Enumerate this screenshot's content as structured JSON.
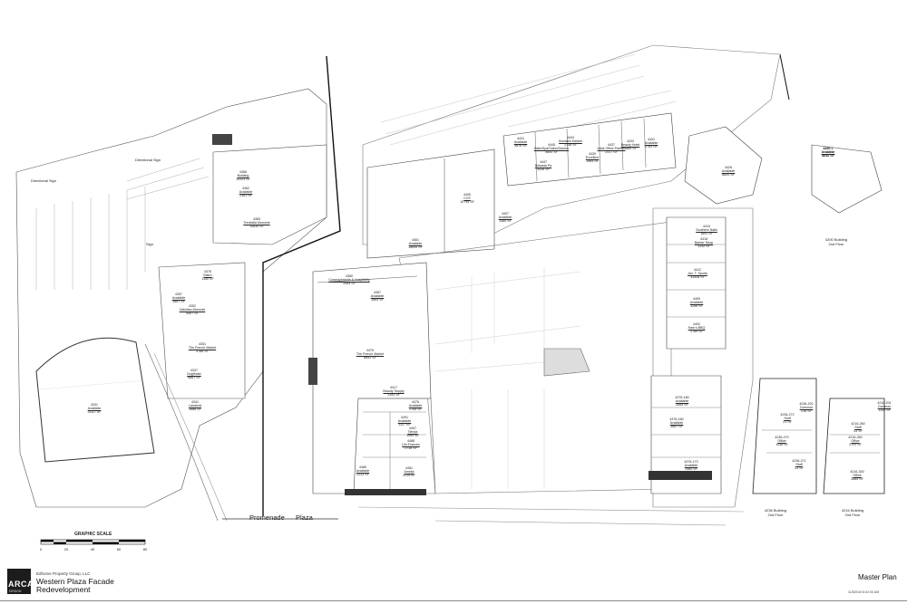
{
  "labels": [
    {
      "id": "l4366",
      "lines": [
        "4366",
        "Building",
        "10223 SF"
      ],
      "pos": "a"
    },
    {
      "id": "l4362",
      "lines": [
        "4362",
        "Available",
        "2361 SF"
      ],
      "pos": "b"
    },
    {
      "id": "l4365",
      "lines": [
        "4365",
        "Trenitalia Mommie",
        "10630 SF"
      ],
      "pos": "c"
    },
    {
      "id": "l4376",
      "lines": [
        "4376",
        "Bistro",
        "1150 SF"
      ],
      "pos": "d"
    },
    {
      "id": "l4357",
      "lines": [
        "4357",
        "Available",
        "3887 SF"
      ],
      "pos": "e"
    },
    {
      "id": "l4352",
      "lines": [
        "4352",
        "Zabuttss Mommie",
        "5457 SF"
      ],
      "pos": "f"
    },
    {
      "id": "l4351",
      "lines": [
        "4351",
        "The French Market",
        "4786 SF"
      ],
      "pos": "g"
    },
    {
      "id": "l4347",
      "lines": [
        "4347",
        "Dogfinder",
        "8887 SF"
      ],
      "pos": "h"
    },
    {
      "id": "l4341",
      "lines": [
        "4341",
        "Landlord",
        "2686 SF"
      ],
      "pos": "i"
    },
    {
      "id": "l4331",
      "lines": [
        "4331",
        "Available",
        "31117 SF"
      ],
      "pos": "j"
    },
    {
      "id": "l4461",
      "lines": [
        "4461",
        "Available",
        "18645 SF"
      ],
      "pos": "k"
    },
    {
      "id": "l4405",
      "lines": [
        "4405",
        "CVS",
        "10795 SF"
      ],
      "pos": "l"
    },
    {
      "id": "l4407",
      "lines": [
        "4407",
        "Available",
        "1480 SF"
      ],
      "pos": "m"
    },
    {
      "id": "l4431",
      "lines": [
        "4431",
        "Available",
        "4876 SF"
      ],
      "pos": "n"
    },
    {
      "id": "l4447",
      "lines": [
        "4447",
        "Bobasta Pa",
        "5436 SF"
      ],
      "pos": "o"
    },
    {
      "id": "l4445",
      "lines": [
        "4445",
        "Nails/Spa/Salon/Gasme",
        "5600 SF"
      ],
      "pos": "p"
    },
    {
      "id": "l4443",
      "lines": [
        "4443",
        "Burrates Market",
        "2756 SF"
      ],
      "pos": "q"
    },
    {
      "id": "l4439",
      "lines": [
        "4439",
        "Excellent",
        "1564 SF"
      ],
      "pos": "r"
    },
    {
      "id": "l4437",
      "lines": [
        "4437",
        "Ideal Office Partner",
        "2417 SF"
      ],
      "pos": "s"
    },
    {
      "id": "l4433",
      "lines": [
        "4433",
        "Beauty Hotel",
        "1865 SF"
      ],
      "pos": "t"
    },
    {
      "id": "l4431b",
      "lines": [
        "4431",
        "Available",
        "2763 SF"
      ],
      "pos": "u"
    },
    {
      "id": "l4426",
      "lines": [
        "4426",
        "Available",
        "8820 SF"
      ],
      "pos": "v"
    },
    {
      "id": "l4410",
      "lines": [
        "4410-1",
        "Available",
        "1610 SF"
      ],
      "pos": "w"
    },
    {
      "id": "l4380",
      "lines": [
        "4380",
        "Comedybrands & Hospitality",
        "2084 SF"
      ],
      "pos": "x"
    },
    {
      "id": "l4387",
      "lines": [
        "4387",
        "Available",
        "3864 SF"
      ],
      "pos": "y"
    },
    {
      "id": "l4475",
      "lines": [
        "4475",
        "The French Market",
        "8652 SF"
      ],
      "pos": "z"
    },
    {
      "id": "l4415",
      "lines": [
        "4415",
        "Southern Nails",
        "1691 SF"
      ],
      "pos": "aa"
    },
    {
      "id": "l4418",
      "lines": [
        "4418",
        "Barber Shop",
        "1242 SF"
      ],
      "pos": "ab"
    },
    {
      "id": "l4412",
      "lines": [
        "4412",
        "Jan. T. Sports",
        "33408 SF"
      ],
      "pos": "ac"
    },
    {
      "id": "l4409",
      "lines": [
        "4409",
        "Available",
        "3256 SF"
      ],
      "pos": "ad"
    },
    {
      "id": "l4402",
      "lines": [
        "4402",
        "Ham's BBQ",
        "2789 SF"
      ],
      "pos": "ae"
    },
    {
      "id": "l4417",
      "lines": [
        "4417",
        "Beauty Supply",
        "2393 SF"
      ],
      "pos": "af"
    },
    {
      "id": "l4476",
      "lines": [
        "4476",
        "Available",
        "2755 SF"
      ],
      "pos": "ag"
    },
    {
      "id": "l4491",
      "lines": [
        "4491",
        "Available",
        "3117 SF"
      ],
      "pos": "ah"
    },
    {
      "id": "l4497",
      "lines": [
        "4497",
        "Tienda",
        "1052 SF"
      ],
      "pos": "ai"
    },
    {
      "id": "l4488",
      "lines": [
        "4488",
        "Lilo Frances",
        "2738 SF"
      ],
      "pos": "aj"
    },
    {
      "id": "l4485",
      "lines": [
        "4485",
        "Available",
        "2233 SF"
      ],
      "pos": "ak"
    },
    {
      "id": "l4481",
      "lines": [
        "4481",
        "Amelia",
        "4115 SF"
      ],
      "pos": "al"
    },
    {
      "id": "l4376b",
      "lines": [
        "4376-180",
        "Available",
        "2855 SF"
      ],
      "pos": "am"
    },
    {
      "id": "l4376c",
      "lines": [
        "4376-180",
        "Available",
        "3867 SF"
      ],
      "pos": "an"
    },
    {
      "id": "l4376d",
      "lines": [
        "4376-170",
        "Available",
        "1480 SF"
      ],
      "pos": "ao"
    },
    {
      "id": "l4236",
      "lines": [
        "4236-272",
        "Stuff",
        "21 SF"
      ],
      "pos": "ap"
    },
    {
      "id": "l4236b",
      "lines": [
        "4236-201",
        "Common",
        "216 SF"
      ],
      "pos": "aq"
    },
    {
      "id": "l4236c",
      "lines": [
        "4236-270",
        "Office",
        "1038 SF"
      ],
      "pos": "ar"
    },
    {
      "id": "l4236d",
      "lines": [
        "4236-271",
        "Stuff",
        "23 SF"
      ],
      "pos": "as"
    },
    {
      "id": "l4216a",
      "lines": [
        "4216-260",
        "Stuff",
        "43 SF"
      ],
      "pos": "at"
    },
    {
      "id": "l4216b",
      "lines": [
        "4216-201",
        "Common",
        "1342 SF"
      ],
      "pos": "au"
    },
    {
      "id": "l4216c",
      "lines": [
        "4216-260",
        "Office",
        "3791 SF"
      ],
      "pos": "av"
    },
    {
      "id": "l4216d",
      "lines": [
        "4216-300",
        "Office",
        "3685 SF"
      ],
      "pos": "aw"
    },
    {
      "id": "l4200",
      "lines": [
        "4200-1",
        "Available",
        "8032 SF"
      ],
      "pos": "ax"
    }
  ],
  "captions": {
    "directional_sign_1": "Directional Sign",
    "directional_sign_2": "Directional Sign",
    "sign": "Sign",
    "building_4236": [
      "4236 Building",
      "2nd Floor"
    ],
    "building_4216": [
      "4216 Building",
      "2nd Floor"
    ],
    "building_4200": [
      "4200 Building",
      "2nd Floor"
    ]
  },
  "promenade": "Promenade",
  "plaza": "Plaza",
  "graphic_scale": {
    "title": "GRAPHIC SCALE",
    "ticks": [
      "0",
      "20",
      "40",
      "60",
      "80"
    ]
  },
  "title_block": {
    "logo": "ARCA",
    "logo_sub": "DESIGN",
    "client": "Edhome Property Group, LLC",
    "project_line1": "Western Plaza Facade",
    "project_line2": "Redevelopment",
    "sheet_title": "Master Plan",
    "date": "11/8/2019 8:02:00 AM"
  }
}
